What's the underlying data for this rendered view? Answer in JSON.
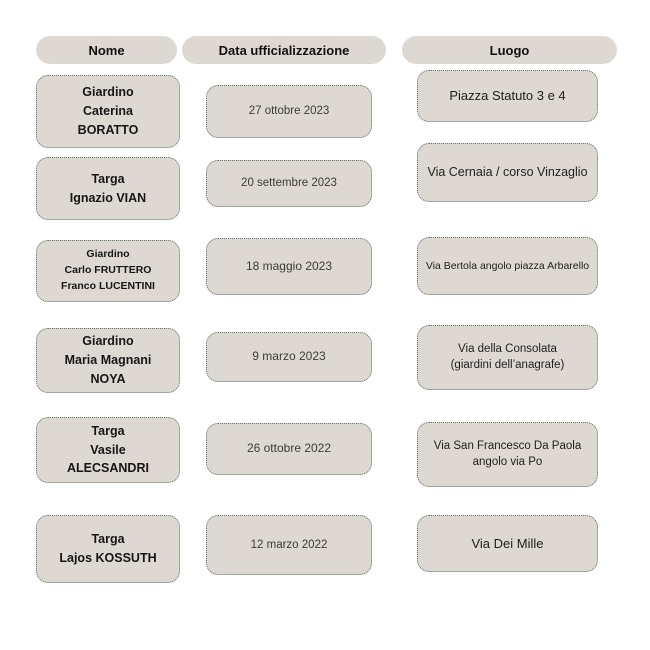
{
  "colors": {
    "box_background": "#DDD8D2",
    "box_border": "#5E7467",
    "header_background": "#DDD8D2",
    "text": "#111111",
    "date_text": "#3c3c3a"
  },
  "headers": {
    "nome": "Nome",
    "data": "Data ufficializzazione",
    "luogo": "Luogo"
  },
  "rows": [
    {
      "name": "Giardino\nCaterina\nBORATTO",
      "date": "27 ottobre 2023",
      "place": "Piazza Statuto 3 e 4"
    },
    {
      "name": "Targa\nIgnazio VIAN",
      "date": "20 settembre 2023",
      "place": "Via Cernaia / corso Vinzaglio"
    },
    {
      "name": "Giardino\nCarlo FRUTTERO\nFranco LUCENTINI",
      "date": "18 maggio 2023",
      "place": "Via Bertola angolo piazza Arbarello"
    },
    {
      "name": "Giardino\nMaria Magnani\nNOYA",
      "date": "9 marzo 2023",
      "place": "Via della Consolata\n(giardini dell’anagrafe)"
    },
    {
      "name": "Targa\nVasile\nALECSANDRI",
      "date": "26 ottobre 2022",
      "place": "Via San Francesco Da Paola\nangolo via Po"
    },
    {
      "name": "Targa\nLajos KOSSUTH",
      "date": "12 marzo 2022",
      "place": "Via Dei Mille"
    }
  ]
}
